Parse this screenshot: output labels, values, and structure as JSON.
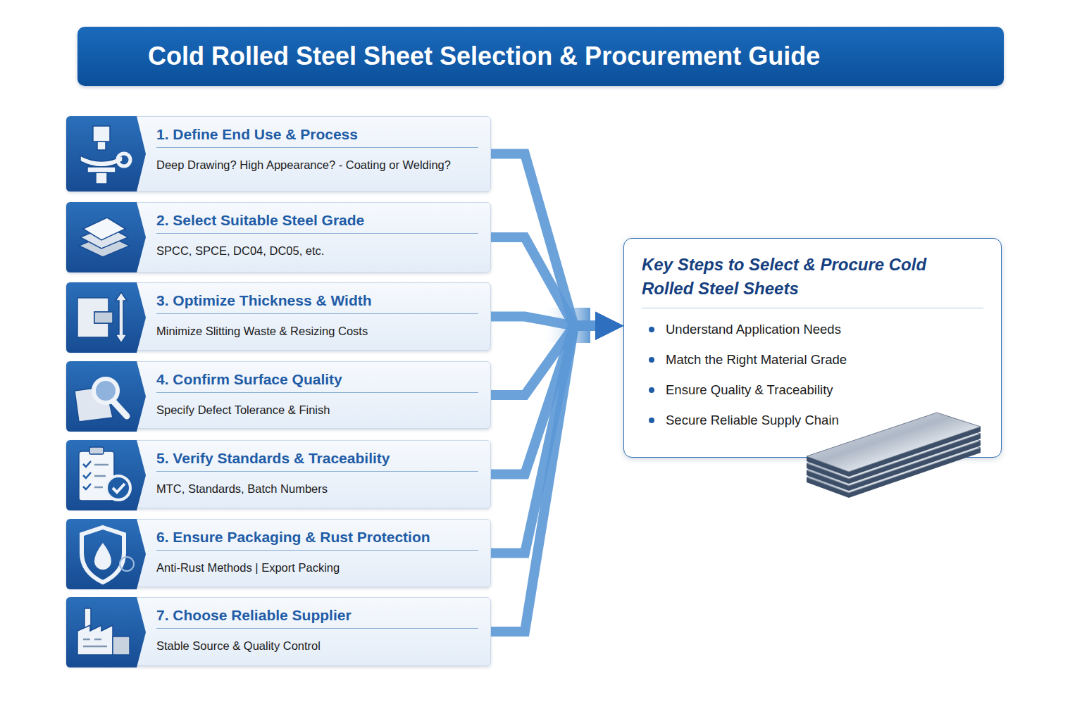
{
  "diagram": {
    "title": "Cold Rolled Steel Sheet Selection & Procurement Guide",
    "nodes": [
      {
        "text": [
          "1. Define End Use & Process",
          "Deep Drawing? High Appearance? - Coating or Welding?"
        ]
      },
      {
        "text": [
          "2. Select Suitable Steel Grade",
          "SPCC, SPCE, DC04, DC05, etc."
        ]
      },
      {
        "text": [
          "3. Optimize Thickness & Width",
          "Minimize Slitting Waste & Resizing Costs"
        ]
      },
      {
        "text": [
          "4. Confirm Surface Quality",
          "Specify Defect Tolerance & Finish"
        ]
      },
      {
        "text": [
          "5. Verify Standards & Traceability",
          "MTC, Standards, Batch Numbers"
        ]
      },
      {
        "text": [
          "6. Ensure Packaging & Rust Protection",
          "Anti-Rust Methods | Export Packing"
        ]
      },
      {
        "text": [
          "7. Choose Reliable Supplier",
          "Stable Source & Quality Control"
        ]
      },
      {
        "text": [
          "Key Steps to Select & Procure Cold Rolled Steel Sheets",
          "Understand Application Needs",
          "Match the Right Material Grade",
          "Ensure Quality & Traceability",
          "Secure Reliable Supply Chain"
        ]
      }
    ],
    "edges": [
      {
        "from": 0,
        "to": 7,
        "arrow": "to"
      },
      {
        "from": 1,
        "to": 7,
        "arrow": "to"
      },
      {
        "from": 2,
        "to": 7,
        "arrow": "to"
      },
      {
        "from": 3,
        "to": 7,
        "arrow": "to"
      },
      {
        "from": 4,
        "to": 7,
        "arrow": "to"
      },
      {
        "from": 5,
        "to": 7,
        "arrow": "to"
      },
      {
        "from": 6,
        "to": 7,
        "arrow": "to"
      }
    ]
  }
}
